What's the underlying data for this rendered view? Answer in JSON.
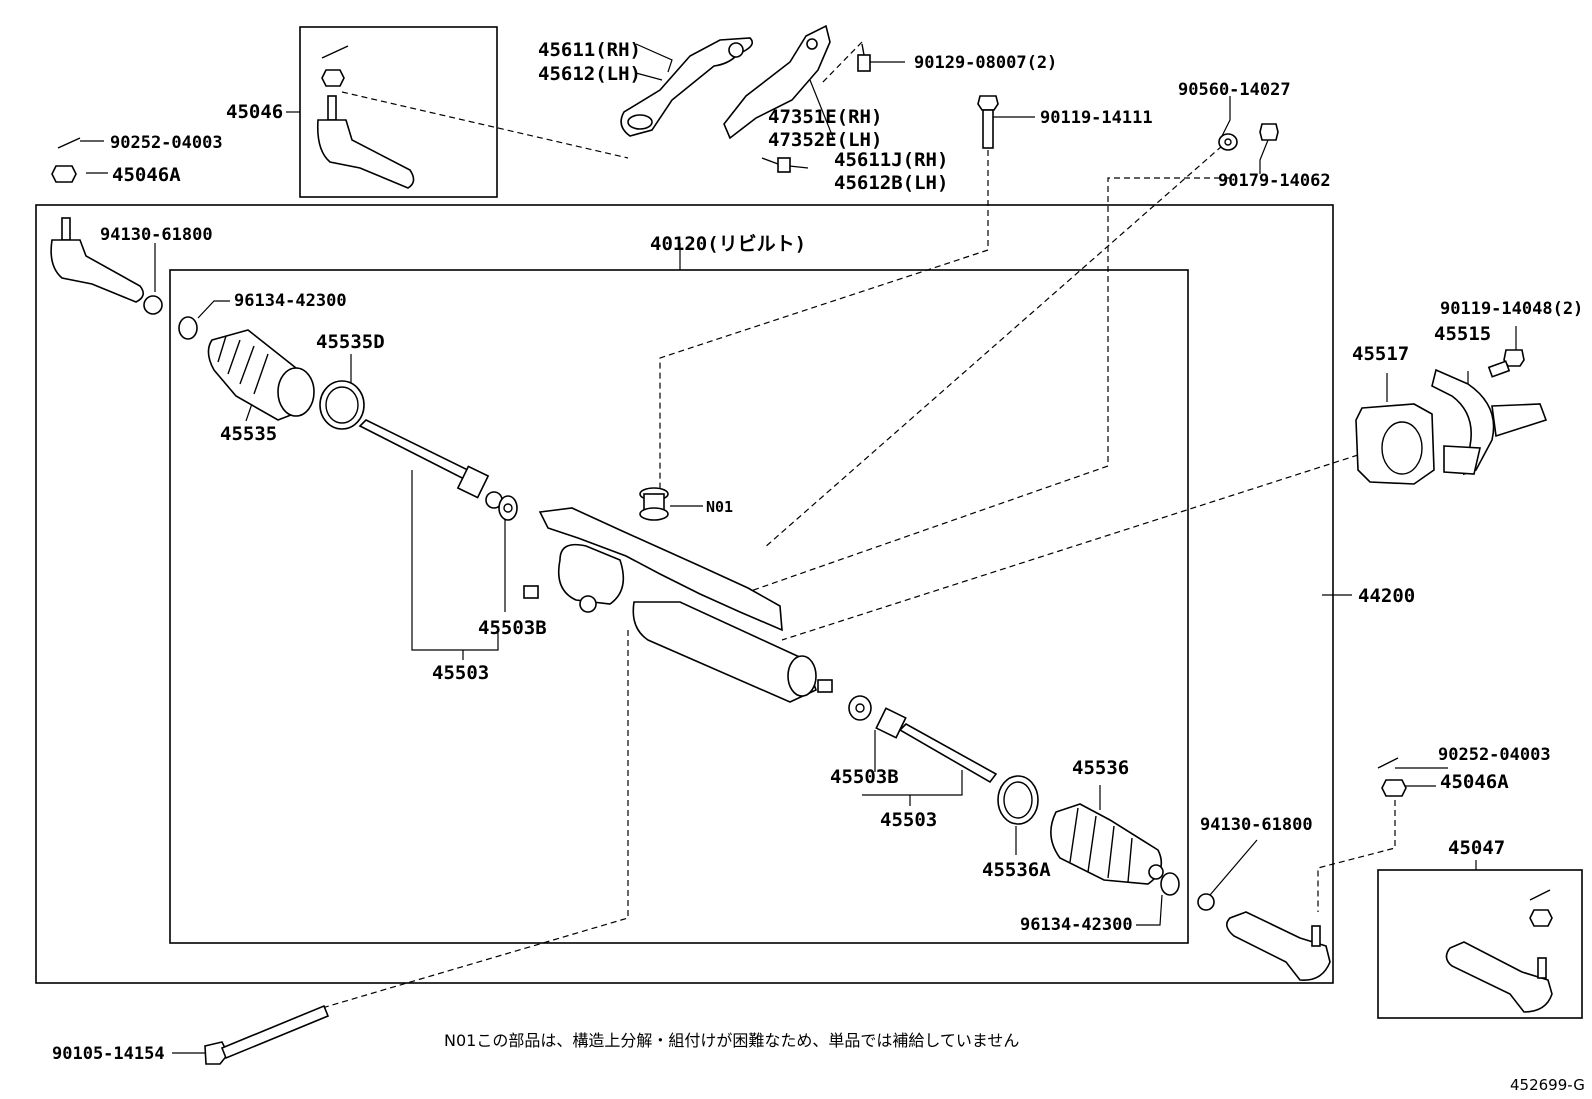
{
  "diagram": {
    "labels": {
      "p45046": "45046",
      "p45611": "45611(RH)",
      "p45612": "45612(LH)",
      "p47351e": "47351E(RH)",
      "p47352e": "47352E(LH)",
      "p45611j": "45611J(RH)",
      "p45612b": "45612B(LH)",
      "p90129": "90129-08007(2)",
      "p90119_14111": "90119-14111",
      "p90560": "90560-14027",
      "p90179": "90179-14062",
      "p90252_top": "90252-04003",
      "p45046a_top": "45046A",
      "p94130_top": "94130-61800",
      "p40120": "40120(リビルト)",
      "p96134_top": "96134-42300",
      "p45535d": "45535D",
      "p45535": "45535",
      "pN01": "N01",
      "p45503b_top": "45503B",
      "p45503_top": "45503",
      "p90119_14048": "90119-14048(2)",
      "p45515": "45515",
      "p45517": "45517",
      "p44200": "44200",
      "p45503b_bottom": "45503B",
      "p45503_bottom": "45503",
      "p45536": "45536",
      "p45536a": "45536A",
      "p96134_bottom": "96134-42300",
      "p94130_bottom": "94130-61800",
      "p90252_bottom": "90252-04003",
      "p45046a_bottom": "45046A",
      "p45047": "45047",
      "p90105": "90105-14154"
    },
    "note": "N01この部品は、構造上分解・組付けが困難なため、単品では補給していません",
    "drawing_code": "452699-G"
  }
}
